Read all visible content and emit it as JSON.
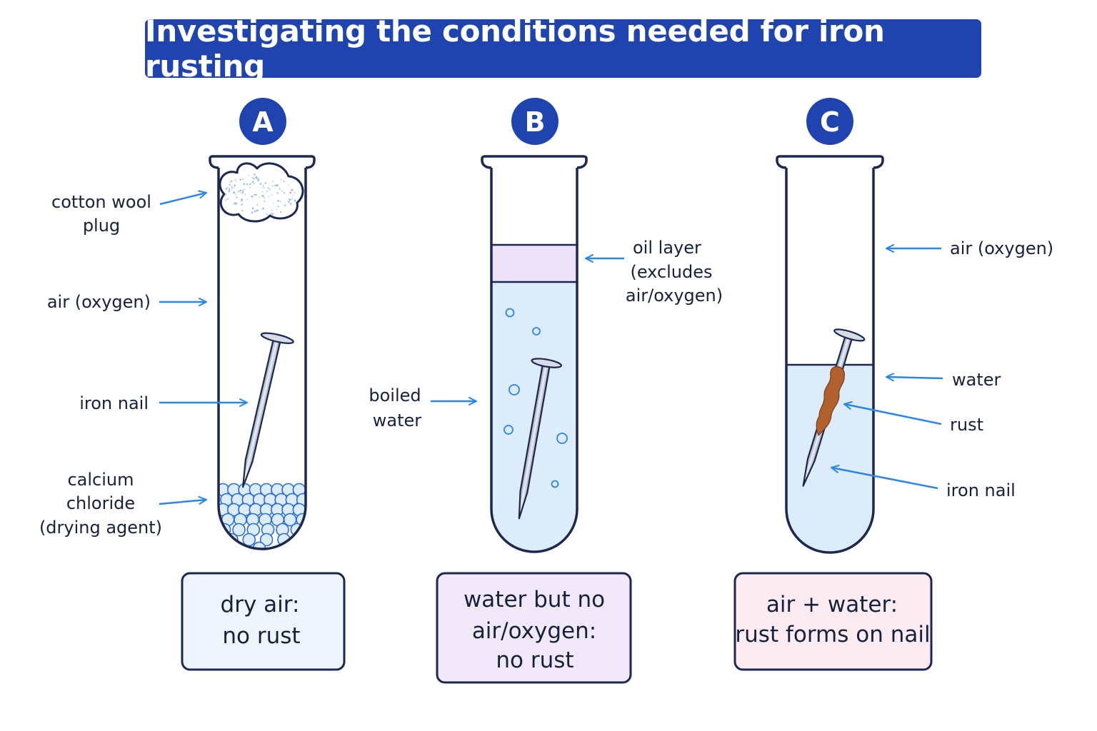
{
  "title": "Investigating the conditions needed for iron rusting",
  "tubes": [
    {
      "letter": "A",
      "labels": {
        "cotton": [
          "cotton wool",
          "plug"
        ],
        "air": "air (oxygen)",
        "nail": "iron nail",
        "calcium": [
          "calcium",
          "chloride",
          "(drying agent)"
        ]
      },
      "conclusion": [
        "dry air:",
        "no rust"
      ]
    },
    {
      "letter": "B",
      "labels": {
        "oil": [
          "oil layer",
          "(excludes",
          "air/oxygen)"
        ],
        "water": [
          "boiled",
          "water"
        ]
      },
      "conclusion": [
        "water but no",
        "air/oxygen:",
        "no rust"
      ]
    },
    {
      "letter": "C",
      "labels": {
        "air": "air (oxygen)",
        "water": "water",
        "rust": "rust",
        "nail": "iron nail"
      },
      "conclusion": [
        "air + water:",
        "rust forms on nail"
      ]
    }
  ],
  "colors": {
    "accent": "#1f44b0",
    "arrow": "#2b86e8",
    "outline": "#1c2850",
    "water": "#dcecfa",
    "oil": "#ece3f8",
    "rust": "#b0612e",
    "box_a_fill": "#eef5fd",
    "box_b_fill": "#f1e9fb",
    "box_c_fill": "#fcecf2"
  }
}
